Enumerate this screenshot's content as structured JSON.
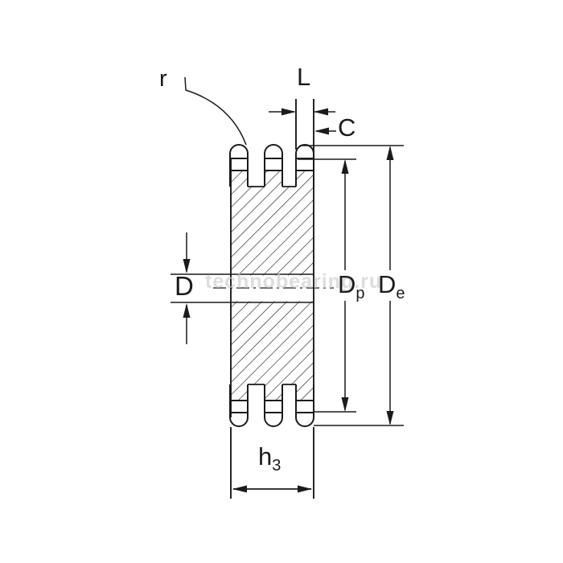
{
  "drawing": {
    "description": "sprocket-cross-section",
    "labels": {
      "tooth_radius": "r",
      "tooth_width": "L",
      "offset": "C",
      "bore_diameter": "D",
      "pitch_diameter": {
        "main": "D",
        "sub": "p"
      },
      "outer_diameter": {
        "main": "D",
        "sub": "e"
      },
      "hub_width": {
        "main": "h",
        "sub": "3"
      }
    },
    "watermark": "technobearing.ru",
    "colors": {
      "line": "#1b1b1b",
      "background": "#ffffff",
      "watermark": "#c7c7c7"
    }
  }
}
